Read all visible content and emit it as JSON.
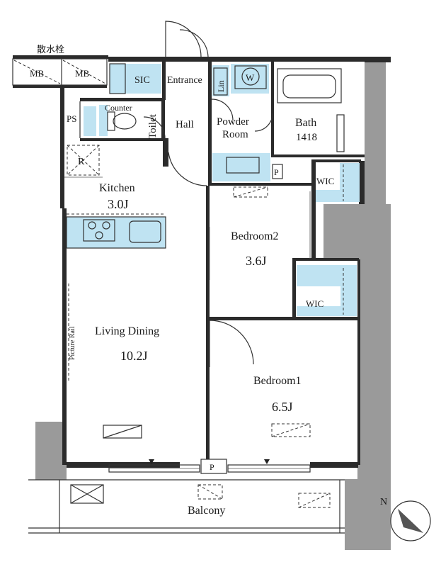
{
  "labels": {
    "sansui": "散水栓",
    "mb_left": "MB",
    "mb_right": "MB",
    "sic": "SIC",
    "entrance": "Entrance",
    "lin": "Lin",
    "w": "W",
    "counter": "Counter",
    "ps": "PS",
    "toilet": "Toilet",
    "hall": "Hall",
    "powder_line1": "Powder",
    "powder_line2": "Room",
    "bath": "Bath",
    "bath_size": "1418",
    "r": "R",
    "p_top": "P",
    "wic_top": "WIC",
    "kitchen": "Kitchen",
    "kitchen_size": "3.0J",
    "bedroom2": "Bedroom2",
    "bedroom2_size": "3.6J",
    "wic_bottom": "WIC",
    "picture_rail": "Picture Rail",
    "living_dining": "Living Dining",
    "living_size": "10.2J",
    "bedroom1": "Bedroom1",
    "bedroom1_size": "6.5J",
    "p_bottom": "P",
    "balcony": "Balcony",
    "north": "N"
  },
  "colors": {
    "fixture_blue": "#bfe3f2",
    "wall": "#2b2b2b",
    "column_gray": "#9a9a9a"
  }
}
